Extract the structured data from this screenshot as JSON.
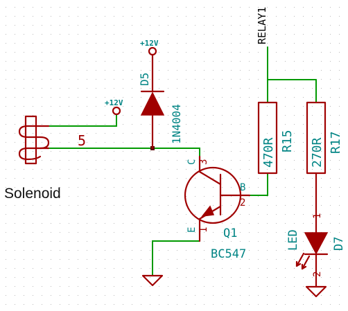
{
  "power": {
    "supply_solenoid": "+12V",
    "supply_diode": "+12V"
  },
  "net_label": "RELAY1",
  "solenoid": {
    "label": "Solenoid",
    "pin": "5"
  },
  "diode": {
    "ref": "D5",
    "value": "1N4004"
  },
  "transistor": {
    "ref": "Q1",
    "value": "BC547",
    "pin_c_name": "C",
    "pin_c_num": "3",
    "pin_b_name": "B",
    "pin_b_num": "2",
    "pin_e_name": "E",
    "pin_e_num": "1"
  },
  "r15": {
    "ref": "R15",
    "value": "470R"
  },
  "r17": {
    "ref": "R17",
    "value": "270R"
  },
  "led": {
    "ref": "D7",
    "value": "LED",
    "pin_top": "1",
    "pin_bottom": "2"
  }
}
